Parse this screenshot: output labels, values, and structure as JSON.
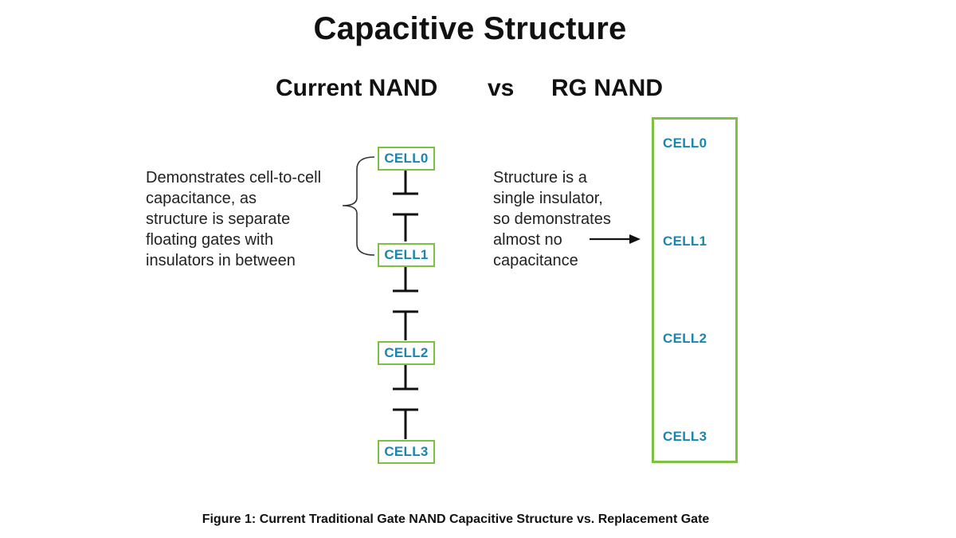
{
  "title": "Capacitive Structure",
  "subheading": {
    "left": "Current NAND",
    "vs": "vs",
    "right": "RG NAND"
  },
  "left_description": [
    "Demonstrates cell-to-cell",
    "capacitance, as",
    "structure is separate",
    "floating gates with",
    "insulators in between"
  ],
  "right_description": [
    "Structure is a",
    "single insulator,",
    "so demonstrates",
    "almost no",
    "capacitance"
  ],
  "current_nand_cells": [
    "CELL0",
    "CELL1",
    "CELL2",
    "CELL3"
  ],
  "rg_nand_cells": [
    "CELL0",
    "CELL1",
    "CELL2",
    "CELL3"
  ],
  "caption": "Figure 1: Current Traditional Gate NAND Capacitive Structure vs. Replacement Gate",
  "colors": {
    "cell_border": "#7dc142",
    "cell_text": "#1a86b0"
  }
}
